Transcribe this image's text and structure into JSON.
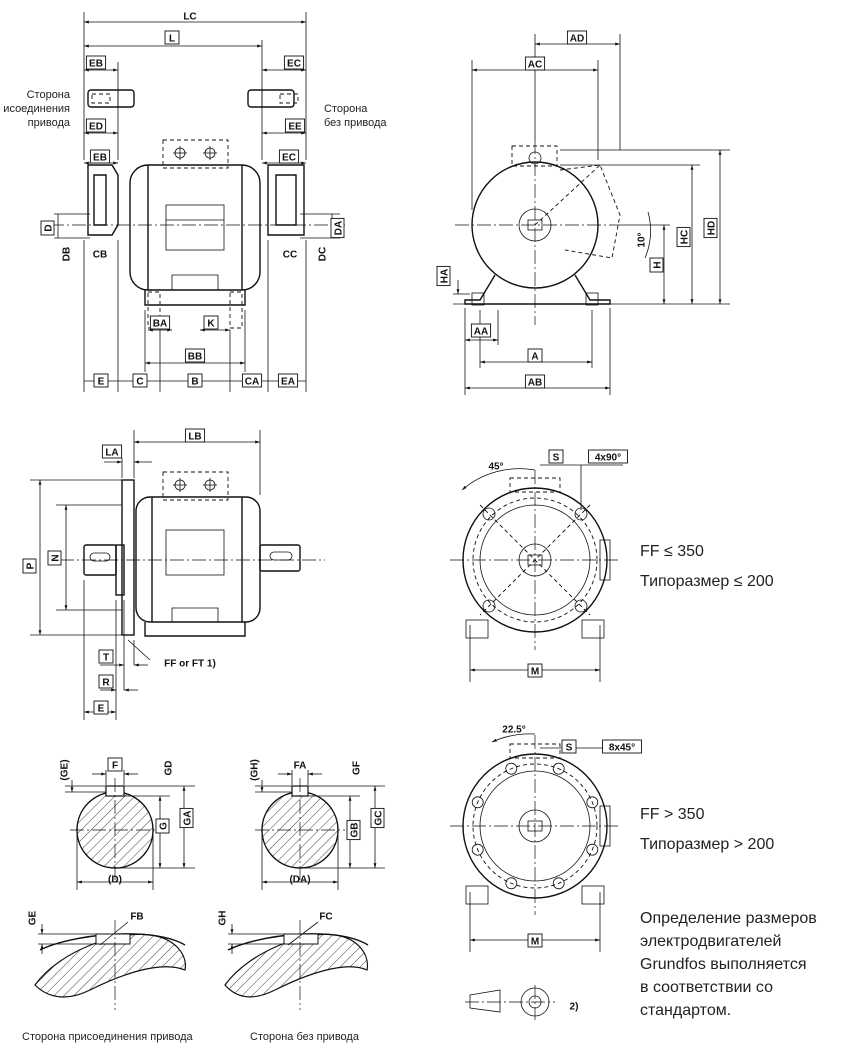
{
  "labels": {
    "lc": "LC",
    "l": "L",
    "eb": "EB",
    "ed": "ED",
    "ec": "EC",
    "ee": "EE",
    "d": "D",
    "db": "DB",
    "cb": "CB",
    "cc": "CC",
    "dc": "DC",
    "da": "DA",
    "ba": "BA",
    "k": "K",
    "bb": "BB",
    "e": "E",
    "c": "C",
    "b": "B",
    "ca": "CA",
    "ea": "EA",
    "ad": "AD",
    "ac": "AC",
    "hd": "HD",
    "hc": "HC",
    "h": "H",
    "ha": "HA",
    "aa": "AA",
    "a": "A",
    "ab": "AB",
    "angle10": "10°",
    "lb": "LB",
    "la": "LA",
    "p": "P",
    "n": "N",
    "t": "T",
    "r": "R",
    "ff_ft": "FF or FT  1)",
    "s": "S",
    "angle45": "45°",
    "holes4": "4x90°",
    "m": "M",
    "angle225": "22.5°",
    "holes8": "8x45°",
    "ge": "(GE)",
    "f": "F",
    "gd": "GD",
    "g": "G",
    "ga": "GA",
    "dp": "(D)",
    "gh": "(GH)",
    "fa": "FA",
    "gf": "GF",
    "gb": "GB",
    "gc": "GC",
    "dap": "(DA)",
    "ge2": "GE",
    "fb": "FB",
    "gh2": "GH",
    "fc": "FC",
    "note2": "2)"
  },
  "annotations": {
    "drive_side_1": "Сторона",
    "drive_side_2": "исоединения",
    "drive_side_3": "привода",
    "nondrive_1": "Сторона",
    "nondrive_2": "без привода",
    "caption_drive": "Сторона присоединения привода",
    "caption_nondrive": "Сторона без привода"
  },
  "specs": {
    "small_ff": "FF ≤ 350",
    "small_size": "Типоразмер ≤ 200",
    "large_ff": "FF > 350",
    "large_size": "Типоразмер > 200",
    "note_1": "Определение размеров",
    "note_2": "электродвигателей",
    "note_3": "Grundfos выполняется",
    "note_4": "в соответствии со",
    "note_5": "стандартом."
  }
}
